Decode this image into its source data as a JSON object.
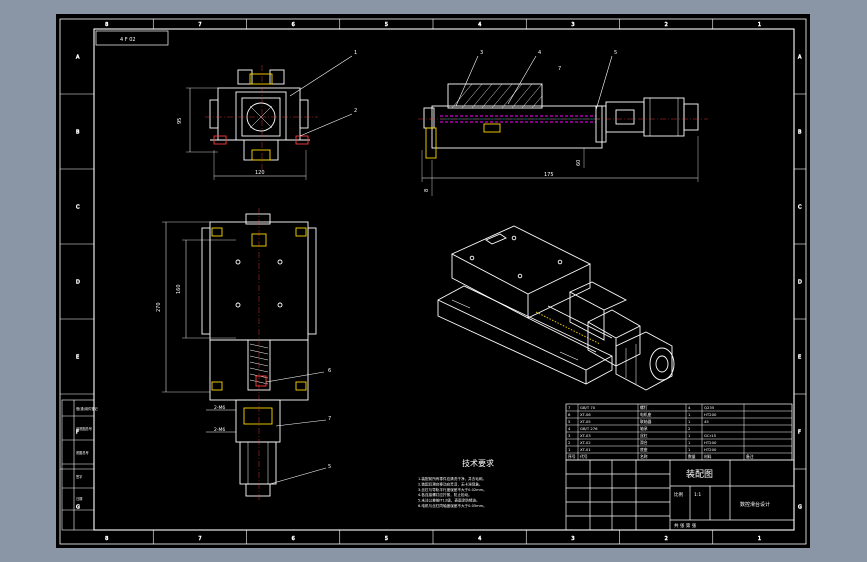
{
  "colors": {
    "bg": "#8a96a6",
    "sheet": "#000000",
    "line": "#ffffff",
    "red": "#ff3b3b",
    "yellow": "#ffd700",
    "magenta": "#ff00ff",
    "cyan": "#00e5ff",
    "green": "#00ff66"
  },
  "frame": {
    "top_zones": [
      "8",
      "7",
      "6",
      "5",
      "4",
      "3",
      "2",
      "1"
    ],
    "side_zones": [
      "A",
      "B",
      "C",
      "D",
      "E",
      "F",
      "G"
    ]
  },
  "top_left_tag": "4 F 02",
  "views": {
    "front_dims": {
      "height": "95",
      "width": "120"
    },
    "section_dims": {
      "left": "8",
      "bottom": "175",
      "sub": "60"
    },
    "top_dims": {
      "overall": "270",
      "inner": "160"
    },
    "motor_note": "2-M6"
  },
  "balloons": [
    "1",
    "2",
    "3",
    "4",
    "5",
    "6",
    "7"
  ],
  "tech_req": {
    "title": "技术要求",
    "lines": [
      "1.装配前所有零件应清洗干净，并去毛刺。",
      "2.装配后滑台移动应灵活，无卡滞现象。",
      "3.丝杠与导轨平行度误差不大于0.02mm。",
      "4.各连接螺钉应拧紧，防止松动。",
      "5.未注公差按IT12级，表面涂防锈油。",
      "6.电机与丝杠同轴度误差不大于0.05mm。"
    ]
  },
  "bom_rows": [
    [
      "7",
      "GB/T 70",
      "螺钉",
      "4",
      "Q235",
      ""
    ],
    [
      "6",
      "XT-06",
      "电机座",
      "1",
      "HT200",
      ""
    ],
    [
      "5",
      "XT-05",
      "联轴器",
      "1",
      "45",
      ""
    ],
    [
      "4",
      "GB/T 276",
      "轴承",
      "2",
      "",
      ""
    ],
    [
      "3",
      "XT-03",
      "丝杠",
      "1",
      "GCr15",
      ""
    ],
    [
      "2",
      "XT-02",
      "滑台",
      "1",
      "HT200",
      ""
    ],
    [
      "1",
      "XT-01",
      "底座",
      "1",
      "HT200",
      ""
    ],
    [
      "序号",
      "代号",
      "名称",
      "数量",
      "材料",
      "备注"
    ]
  ],
  "title_block": {
    "drawing_name": "装配图",
    "company": "数控滑台设计",
    "scale_label": "比例",
    "scale_value": "1:1",
    "sheet_label": "共 张 第 张"
  },
  "left_strip": [
    "借(通)用件登记",
    "旧底图总号",
    "底图总号",
    "签字",
    "日期"
  ]
}
